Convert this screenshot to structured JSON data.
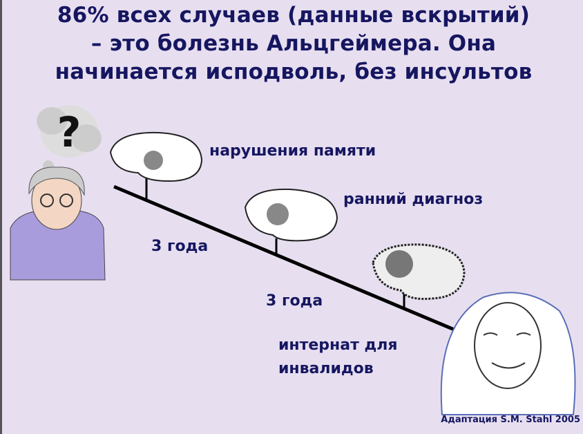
{
  "title": {
    "line1": "86% всех случаев (данные вскрытий)",
    "line2": "– это болезнь Альцгеймера. Она",
    "line3": "начинается исподволь, без инсультов"
  },
  "stages": [
    {
      "label": "нарушения памяти"
    },
    {
      "label": "ранний диагноз"
    },
    {
      "label": "интернат для",
      "label2": "инвалидов"
    }
  ],
  "intervals": [
    "3 года",
    "3 года"
  ],
  "thought_symbol": "?",
  "credit": "Адаптация S.M. Stahl 2005",
  "colors": {
    "background": "#e7dff0",
    "text": "#161660"
  }
}
